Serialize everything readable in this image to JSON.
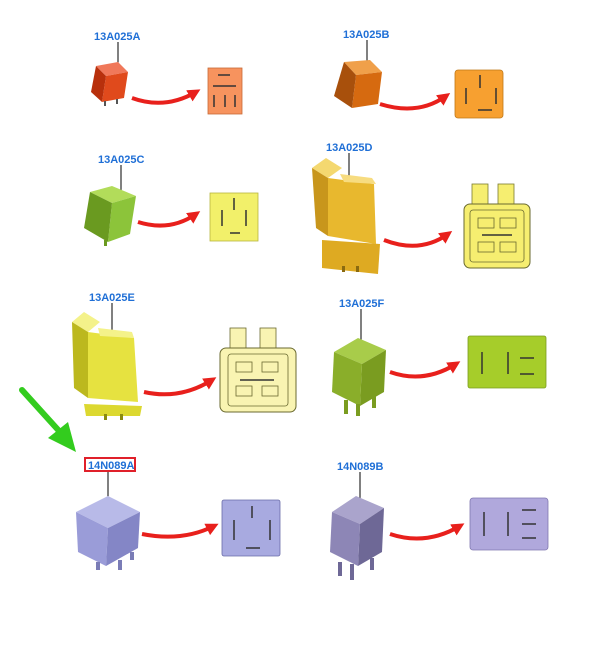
{
  "parts": [
    {
      "code": "13A025A",
      "color": "#e04a1c",
      "face_color": "#f7935e",
      "highlighted": false
    },
    {
      "code": "13A025B",
      "color": "#d66a10",
      "face_color": "#f7a030",
      "highlighted": false
    },
    {
      "code": "13A025C",
      "color": "#8cc43a",
      "face_color": "#f2f06a",
      "highlighted": false
    },
    {
      "code": "13A025D",
      "color": "#e8b82e",
      "face_color": "#f6ee70",
      "highlighted": false
    },
    {
      "code": "13A025E",
      "color": "#e6e240",
      "face_color": "#f9f4b2",
      "highlighted": false
    },
    {
      "code": "13A025F",
      "color": "#8aae2a",
      "face_color": "#a6cd2a",
      "highlighted": false
    },
    {
      "code": "14N089A",
      "color": "#9a9cd8",
      "face_color": "#a8aae0",
      "highlighted": true
    },
    {
      "code": "14N089B",
      "color": "#8d86b6",
      "face_color": "#b0a8dc",
      "highlighted": false
    }
  ],
  "colors": {
    "label": "#1f6fd6",
    "arrow": "#e8201c",
    "pointer_arrow": "#33cc1e",
    "highlight_box": "#e0202a"
  }
}
